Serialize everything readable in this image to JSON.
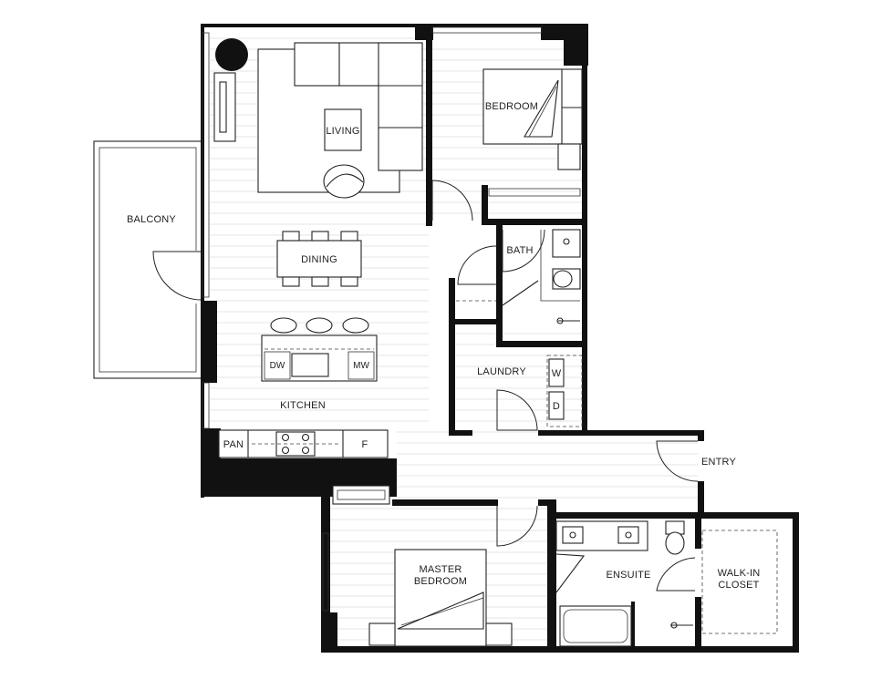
{
  "rooms": {
    "balcony": "BALCONY",
    "living": "LIVING",
    "dining": "DINING",
    "kitchen": "KITCHEN",
    "bedroom": "BEDROOM",
    "bath": "BATH",
    "laundry": "LAUNDRY",
    "entry": "ENTRY",
    "master_bedroom_line1": "MASTER",
    "master_bedroom_line2": "BEDROOM",
    "ensuite": "ENSUITE",
    "walkin_line1": "WALK-IN",
    "walkin_line2": "CLOSET"
  },
  "fixtures": {
    "dishwasher": "DW",
    "microwave": "MW",
    "pantry": "PAN",
    "fridge": "F",
    "washer": "W",
    "dryer": "D"
  },
  "colors": {
    "wall": "#111111",
    "line": "#222222",
    "floor_hatch": "#e4e4e4"
  }
}
